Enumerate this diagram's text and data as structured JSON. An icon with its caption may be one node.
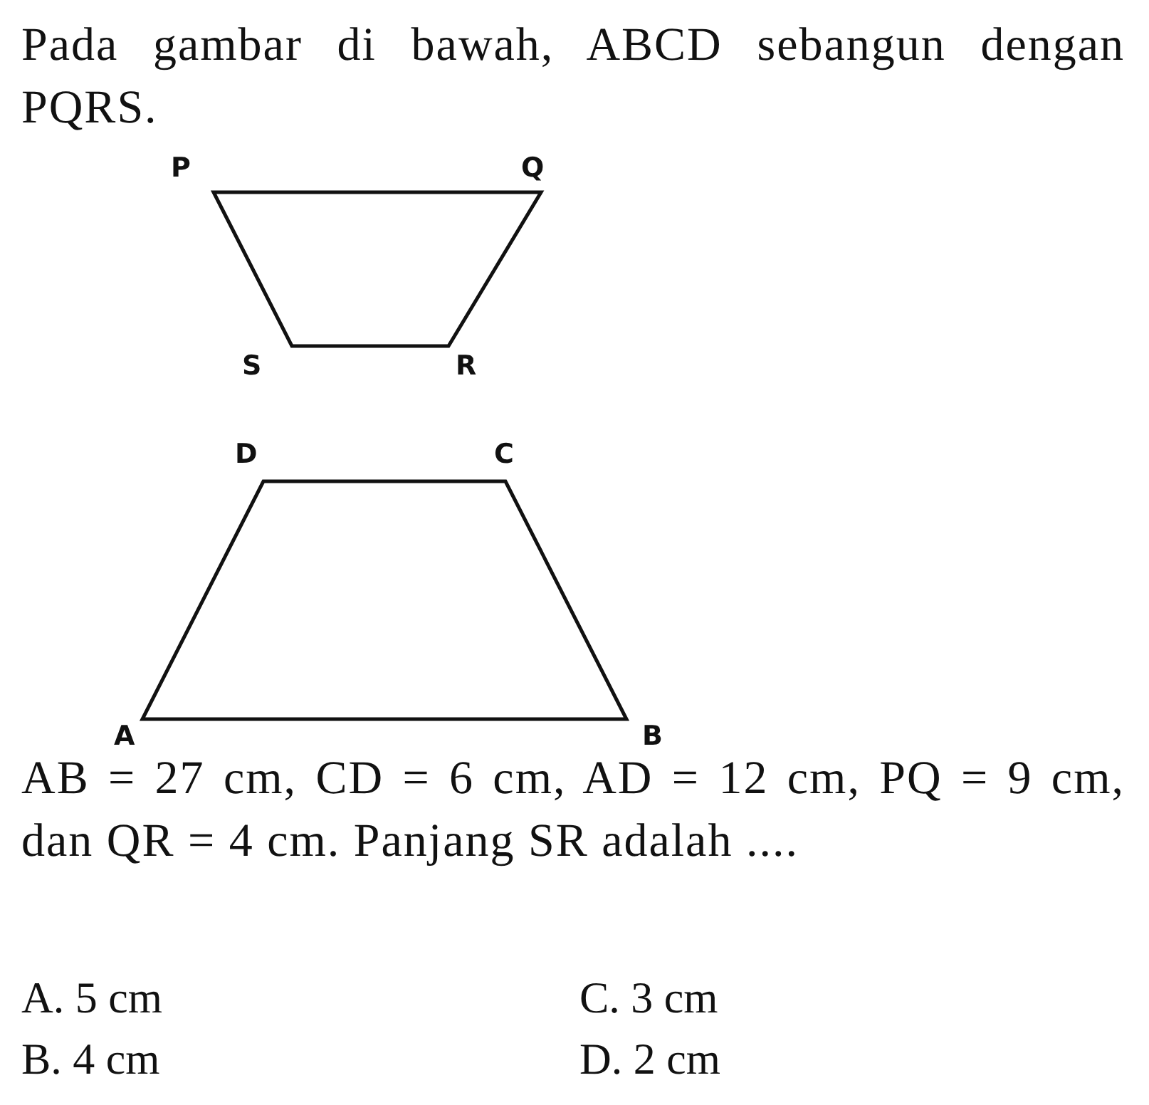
{
  "diagram": {
    "labels": [
      "Pada gambar di bawah, ABCD sebangun dengan PQRS.",
      "P",
      "Q",
      "S",
      "R",
      "D",
      "C",
      "A",
      "B",
      "AB = 27 cm, CD = 6 cm, AD = 12 cm, PQ = 9 cm, dan QR = 4 cm. Panjang SR adalah ....",
      "A. 5 cm",
      "C. 3 cm",
      "B. 4 cm",
      "D. 2 cm"
    ]
  }
}
